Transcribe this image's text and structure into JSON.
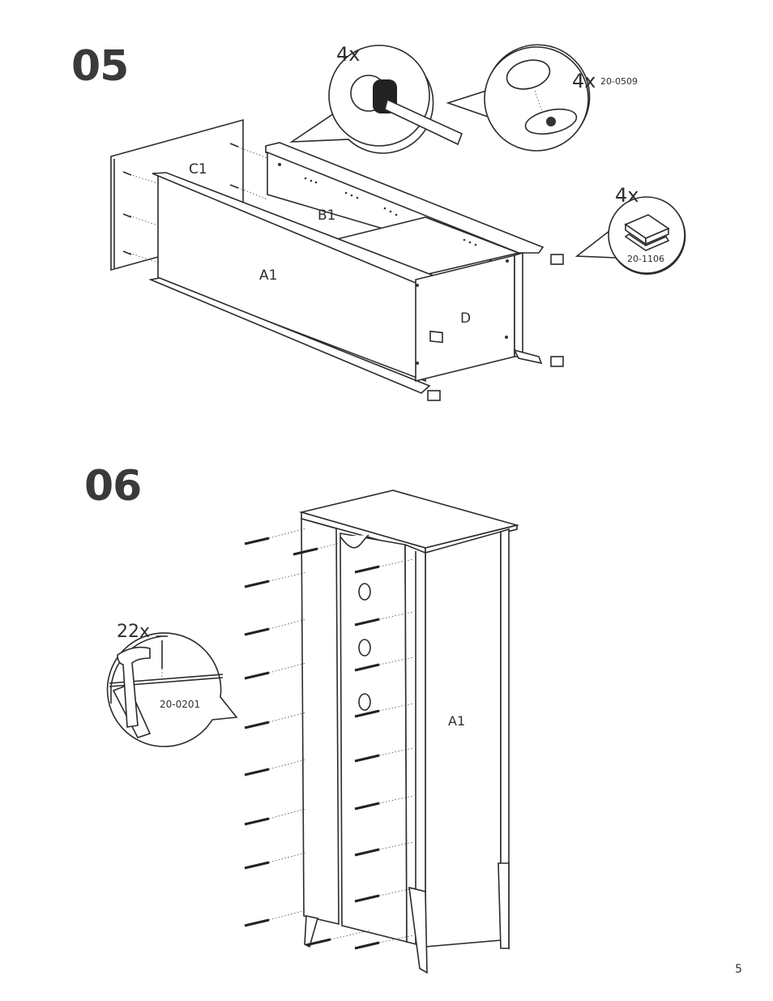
{
  "steps": [
    {
      "number": "05",
      "parts": {
        "c1": "C1",
        "b1": "B1",
        "a1": "A1",
        "d": "D"
      },
      "callouts": [
        {
          "qty": "4x"
        },
        {
          "qty": "4x",
          "code": "20-0509"
        },
        {
          "qty": "4x",
          "code": "20-1106"
        }
      ]
    },
    {
      "number": "06",
      "parts": {
        "a1": "A1"
      },
      "callouts": [
        {
          "qty": "22x",
          "code": "20-0201"
        }
      ]
    }
  ],
  "page_number": "5"
}
